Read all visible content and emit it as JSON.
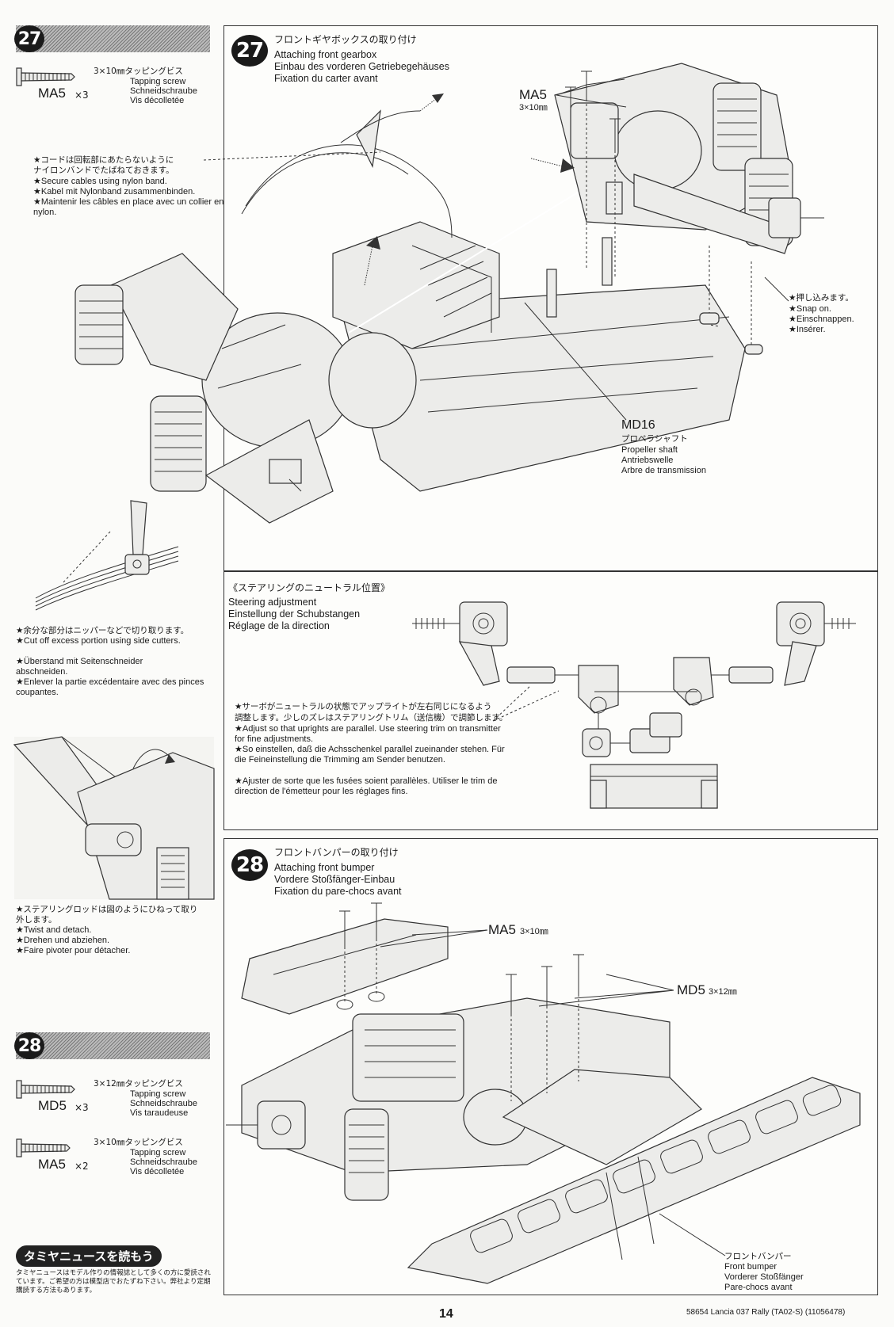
{
  "sidebar": {
    "step27": {
      "number": "27",
      "screw": {
        "spec_jp": "3×10㎜タッピングビス",
        "name_en": "Tapping screw",
        "name_de": "Schneidschraube",
        "name_fr": "Vis décolletée",
        "code": "MA5",
        "qty": "×3"
      }
    },
    "note_cut": {
      "jp": "★余分な部分はニッパーなどで切り取ります。",
      "en": "★Cut off excess portion using side cutters.",
      "de": "★Überstand mit Seitenschneider abschneiden.",
      "fr": "★Enlever la partie excédentaire avec des pinces coupantes."
    },
    "note_twist": {
      "jp": "★ステアリングロッドは図のようにひねって取り外します。",
      "en": "★Twist and detach.",
      "de": "★Drehen und abziehen.",
      "fr": "★Faire pivoter pour détacher."
    },
    "step28": {
      "number": "28",
      "screw1": {
        "spec_jp": "3×12㎜タッピングビス",
        "name_en": "Tapping screw",
        "name_de": "Schneidschraube",
        "name_fr": "Vis taraudeuse",
        "code": "MD5",
        "qty": "×3"
      },
      "screw2": {
        "spec_jp": "3×10㎜タッピングビス",
        "name_en": "Tapping screw",
        "name_de": "Schneidschraube",
        "name_fr": "Vis décolletée",
        "code": "MA5",
        "qty": "×2"
      }
    },
    "news": {
      "banner": "タミヤニュースを読もう",
      "text": "タミヤニュースはモデル作りの情報誌として多くの方に愛読されています。ご希望の方は模型店でおたずね下さい。弊社より定期購読する方法もあります。"
    }
  },
  "step27": {
    "number": "27",
    "title_jp": "フロントギヤボックスの取り付け",
    "title_en": "Attaching front gearbox",
    "title_de": "Einbau des vorderen Getriebegehäuses",
    "title_fr": "Fixation du carter avant",
    "callout_ma5": {
      "code": "MA5",
      "size": "3×10㎜"
    },
    "cable_note": {
      "jp1": "★コードは回転部にあたらないように",
      "jp2": "ナイロンバンドでたばねておきます。",
      "en": "★Secure cables using nylon band.",
      "de": "★Kabel mit Nylonband zusammenbinden.",
      "fr": "★Maintenir les câbles en place avec un collier en nylon."
    },
    "snap_note": {
      "jp": "★押し込みます。",
      "en": "★Snap on.",
      "de": "★Einschnappen.",
      "fr": "★Insérer."
    },
    "md16": {
      "code": "MD16",
      "jp": "プロペラシャフト",
      "en": "Propeller shaft",
      "de": "Antriebswelle",
      "fr": "Arbre de transmission"
    }
  },
  "steering": {
    "title_jp": "《ステアリングのニュートラル位置》",
    "title_en": "Steering adjustment",
    "title_de": "Einstellung der Schubstangen",
    "title_fr": "Réglage de la direction",
    "note": {
      "jp1": "★サーボがニュートラルの状態でアップライトが左右同じになるよう",
      "jp2": "調整します。少しのズレはステアリングトリム（送信機）で調節します。",
      "en": "★Adjust so that uprights are parallel. Use steering trim on transmitter for fine adjustments.",
      "de": "★So einstellen, daß die Achsschenkel parallel zueinander stehen. Für die Feineinstellung die Trimming am Sender benutzen.",
      "fr": "★Ajuster de sorte que les fusées soient parallèles. Utiliser le trim de direction de l'émetteur pour les réglages fins."
    }
  },
  "step28": {
    "number": "28",
    "title_jp": "フロントバンパーの取り付け",
    "title_en": "Attaching front bumper",
    "title_de": "Vordere Stoßfänger-Einbau",
    "title_fr": "Fixation du pare-chocs avant",
    "callout_ma5": {
      "code": "MA5",
      "size": "3×10㎜"
    },
    "callout_md5": {
      "code": "MD5",
      "size": "3×12㎜"
    },
    "bumper": {
      "jp": "フロントバンパー",
      "en": "Front bumper",
      "de": "Vorderer Stoßfänger",
      "fr": "Pare-chocs avant"
    }
  },
  "footer": {
    "page": "14",
    "ref": "58654  Lancia 037 Rally (TA02-S) (11056478)"
  }
}
